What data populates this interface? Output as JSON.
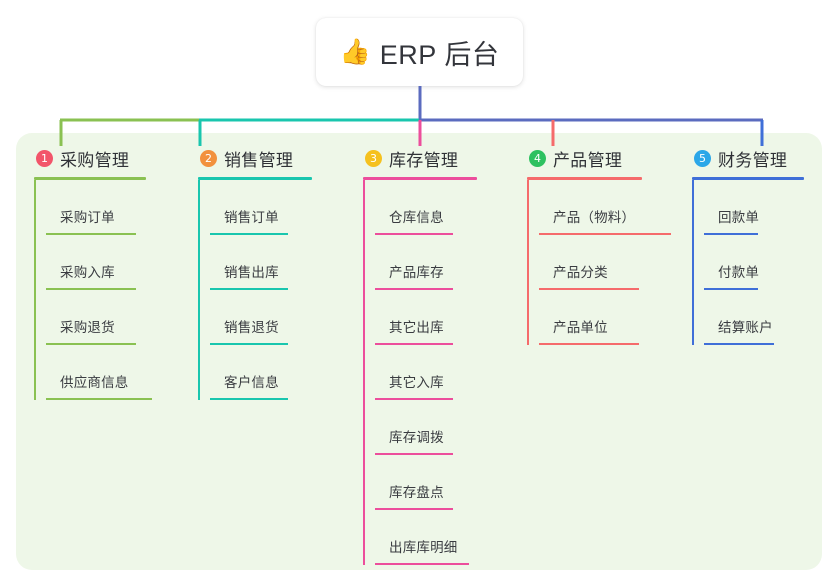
{
  "root": {
    "icon": "thumbs-up-emoji",
    "emoji": "👍",
    "title": "ERP 后台"
  },
  "palette": {
    "panel_bg": "#eef7e8",
    "page_bg": "#ffffff",
    "text": "#2f3136",
    "root_stem": "#5b6bbf"
  },
  "columns": [
    {
      "number": "1",
      "title": "采购管理",
      "color": "#8ac152",
      "badge_color": "#f2556a",
      "items": [
        {
          "label": "采购订单"
        },
        {
          "label": "采购入库"
        },
        {
          "label": "采购退货"
        },
        {
          "label": "供应商信息"
        }
      ]
    },
    {
      "number": "2",
      "title": "销售管理",
      "color": "#19c6ae",
      "badge_color": "#f2913d",
      "items": [
        {
          "label": "销售订单"
        },
        {
          "label": "销售出库"
        },
        {
          "label": "销售退货"
        },
        {
          "label": "客户信息"
        }
      ]
    },
    {
      "number": "3",
      "title": "库存管理",
      "color": "#ec4e9c",
      "badge_color": "#f5c11e",
      "items": [
        {
          "label": "仓库信息"
        },
        {
          "label": "产品库存"
        },
        {
          "label": "其它出库"
        },
        {
          "label": "其它入库"
        },
        {
          "label": "库存调拨"
        },
        {
          "label": "库存盘点"
        },
        {
          "label": "出库库明细"
        }
      ]
    },
    {
      "number": "4",
      "title": "产品管理",
      "color": "#f56b6b",
      "badge_color": "#2dc160",
      "items": [
        {
          "label": "产品（物料）"
        },
        {
          "label": "产品分类"
        },
        {
          "label": "产品单位"
        }
      ]
    },
    {
      "number": "5",
      "title": "财务管理",
      "color": "#3f6fd8",
      "badge_color": "#2ba7e8",
      "items": [
        {
          "label": "回款单"
        },
        {
          "label": "付款单"
        },
        {
          "label": "结算账户"
        }
      ]
    }
  ],
  "connectors": {
    "bus_segments": [
      {
        "from": "col1",
        "to": "col2",
        "color": "#8ac152"
      },
      {
        "from": "col2",
        "to": "col3",
        "color": "#19c6ae"
      },
      {
        "from": "col3",
        "to": "col5",
        "color": "#5b6bbf"
      }
    ],
    "drops": [
      {
        "column": "col1",
        "color": "#8ac152"
      },
      {
        "column": "col2",
        "color": "#19c6ae"
      },
      {
        "column": "col3",
        "color": "#ec4e9c"
      },
      {
        "column": "col4",
        "color": "#f56b6b"
      },
      {
        "column": "col5",
        "color": "#3f6fd8"
      }
    ]
  }
}
